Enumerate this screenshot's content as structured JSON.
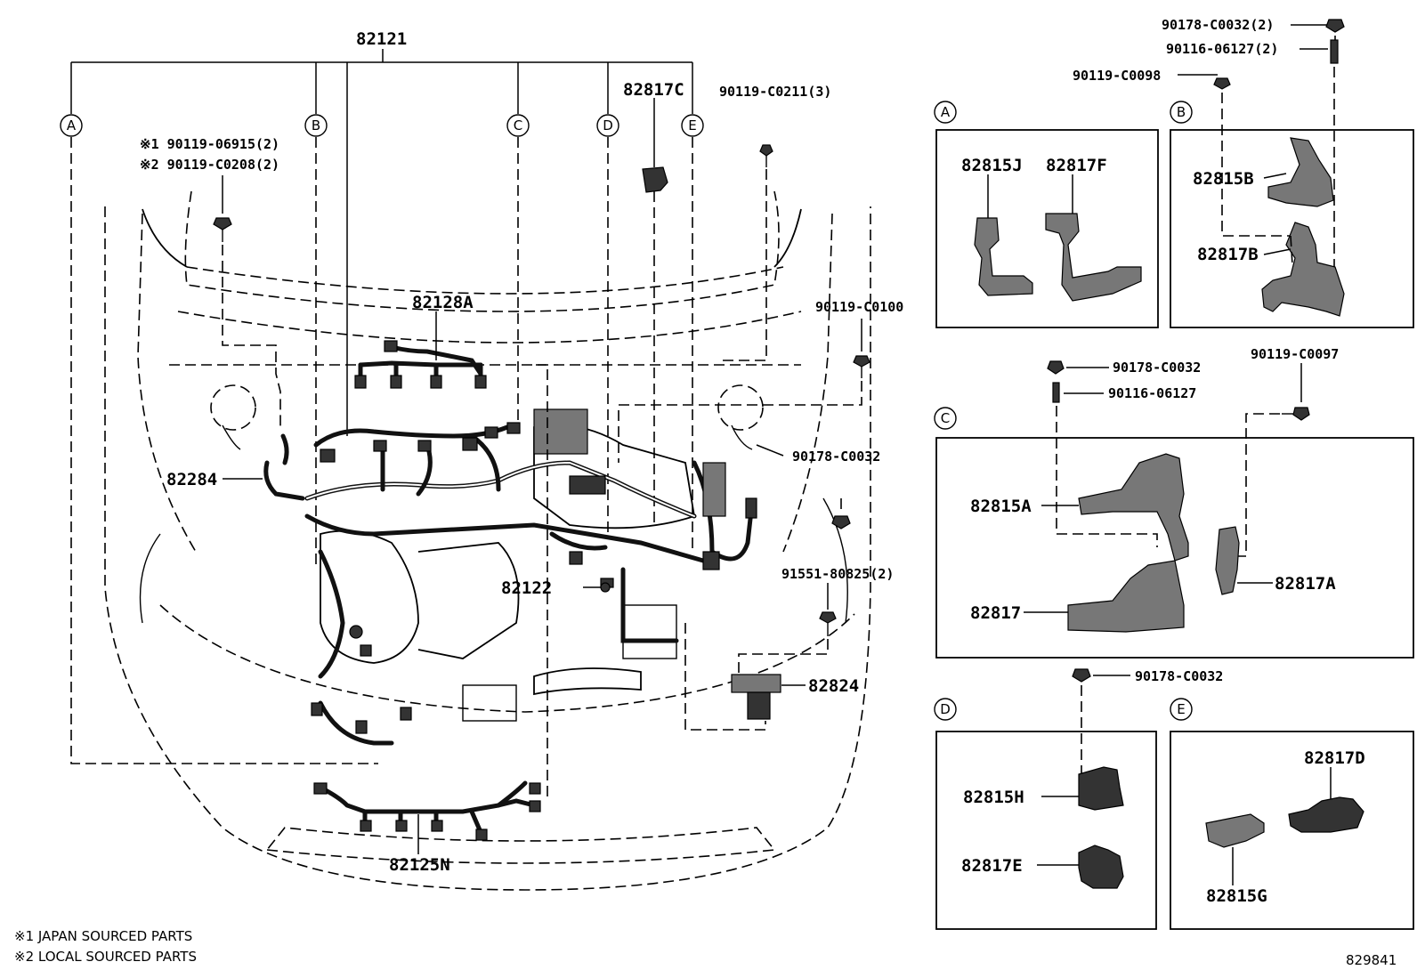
{
  "diagram": {
    "main_callout": "82121",
    "labels": {
      "p82817C": "82817C",
      "p90119C0211": "90119-C0211(3)",
      "note_fastener_1": "※1 90119-06915(2)",
      "note_fastener_2": "※2 90119-C0208(2)",
      "p82128A": "82128A",
      "p90119C0100": "90119-C0100",
      "p82284": "82284",
      "p90178C0032_main": "90178-C0032",
      "p91551": "91551-80825(2)",
      "p82122": "82122",
      "p82824": "82824",
      "p82125N": "82125N"
    },
    "section_markers": [
      "A",
      "B",
      "C",
      "D",
      "E"
    ],
    "top_right": {
      "p90178C0032_2": "90178-C0032(2)",
      "p90116_06127_2": "90116-06127(2)",
      "p90119C0098": "90119-C0098"
    },
    "panel_a": {
      "marker": "A",
      "p1": "82815J",
      "p2": "82817F"
    },
    "panel_b": {
      "marker": "B",
      "p1": "82815B",
      "p2": "82817B"
    },
    "panel_c": {
      "marker": "C",
      "nut": "90178-C0032",
      "stud": "90116-06127",
      "bolt": "90119-C0097",
      "p1": "82815A",
      "p2": "82817",
      "p3": "82817A"
    },
    "panel_d": {
      "marker": "D",
      "nut": "90178-C0032",
      "p1": "82815H",
      "p2": "82817E"
    },
    "panel_e": {
      "marker": "E",
      "p1": "82817D",
      "p2": "82815G"
    },
    "footnotes": [
      "※1 JAPAN SOURCED PARTS",
      "※2 LOCAL SOURCED PARTS"
    ],
    "illustration_number": "829841"
  }
}
